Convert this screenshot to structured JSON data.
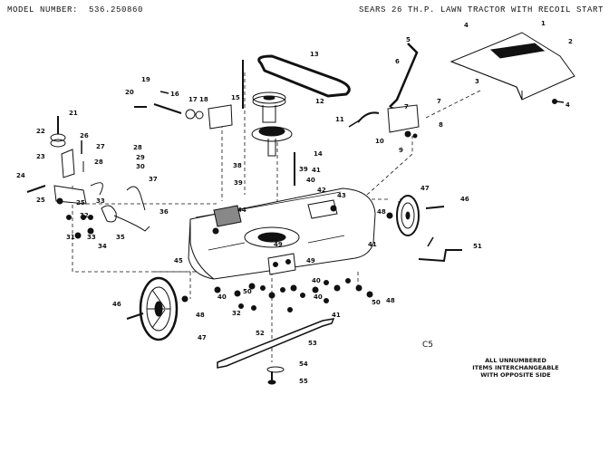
{
  "header": {
    "model_label": "MODEL NUMBER:",
    "model_number": "536.250860",
    "title": "SEARS 26 TH.P. LAWN TRACTOR WITH RECOIL START"
  },
  "page_ref": "C5",
  "note_lines": [
    "ALL UNNUMBERED",
    "ITEMS INTERCHANGEABLE",
    "WITH OPPOSITE SIDE"
  ],
  "callouts": [
    "1",
    "2",
    "3",
    "4",
    "4",
    "5",
    "6",
    "7",
    "7",
    "8",
    "9",
    "10",
    "11",
    "12",
    "13",
    "14",
    "15",
    "16",
    "17",
    "18",
    "19",
    "20",
    "21",
    "22",
    "23",
    "24",
    "25",
    "25",
    "26",
    "27",
    "28",
    "28",
    "29",
    "30",
    "31",
    "32",
    "32",
    "33",
    "33",
    "34",
    "35",
    "36",
    "37",
    "38",
    "39",
    "39",
    "40",
    "40",
    "40",
    "40",
    "41",
    "41",
    "41",
    "42",
    "43",
    "44",
    "45",
    "46",
    "46",
    "47",
    "47",
    "48",
    "48",
    "48",
    "49",
    "49",
    "50",
    "50",
    "51",
    "52",
    "53",
    "54",
    "55"
  ]
}
